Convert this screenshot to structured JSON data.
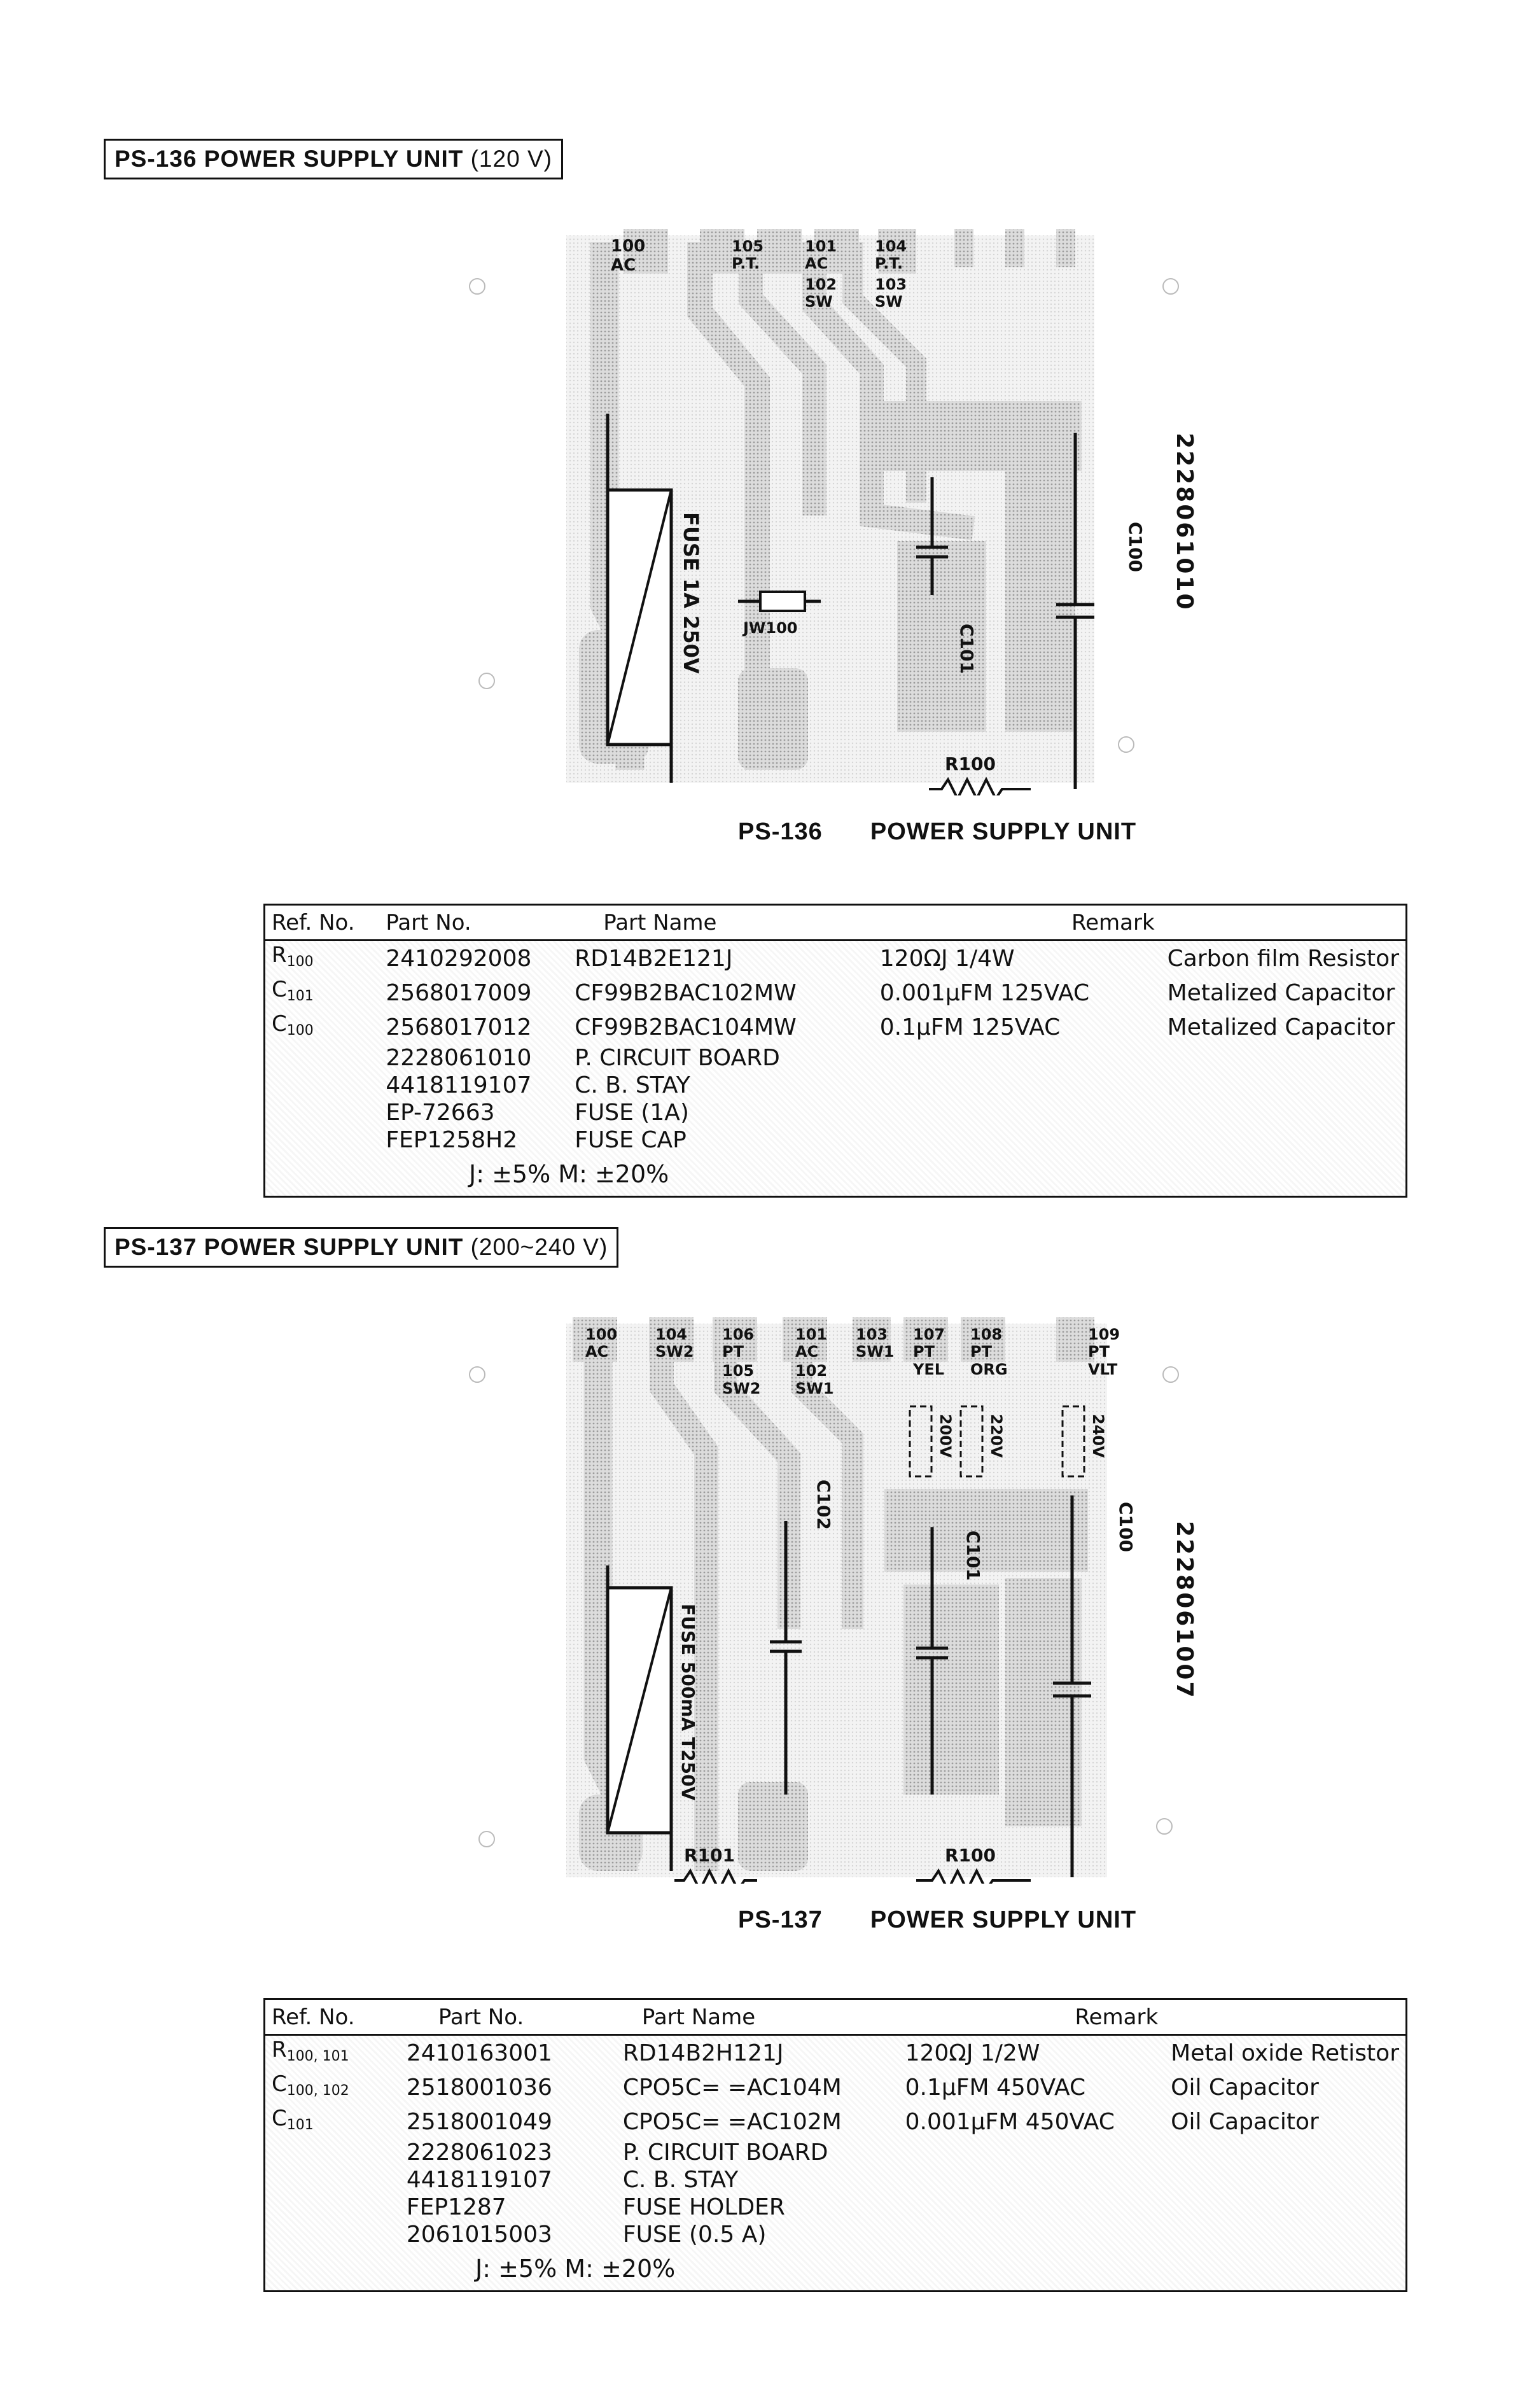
{
  "ps136": {
    "title": "PS-136 POWER SUPPLY UNIT",
    "voltage": "(120 V)",
    "caption": {
      "model": "PS-136",
      "name": "POWER SUPPLY UNIT"
    },
    "board_number": "2228061010",
    "labels": {
      "t100": "100",
      "t100b": "AC",
      "t105": "105",
      "t105b": "P.T.",
      "t101": "101",
      "t101b": "AC",
      "t102": "102",
      "t102b": "SW",
      "t104": "104",
      "t104b": "P.T.",
      "t103": "103",
      "t103b": "SW",
      "fuse": "FUSE 1A 250V",
      "jw100": "JW100",
      "c101": "C101",
      "c100": "C100",
      "r100": "R100"
    },
    "table": {
      "headers": [
        "Ref. No.",
        "Part No.",
        "Part Name",
        "Remark",
        ""
      ],
      "rows": [
        {
          "ref": "R",
          "ref_sub": "100",
          "part_no": "2410292008",
          "part_name": "RD14B2E121J",
          "spec": "120ΩJ 1/4W",
          "desc": "Carbon film Resistor"
        },
        {
          "ref": "C",
          "ref_sub": "101",
          "part_no": "2568017009",
          "part_name": "CF99B2BAC102MW",
          "spec": "0.001μFM 125VAC",
          "desc": "Metalized Capacitor"
        },
        {
          "ref": "C",
          "ref_sub": "100",
          "part_no": "2568017012",
          "part_name": "CF99B2BAC104MW",
          "spec": "0.1μFM 125VAC",
          "desc": "Metalized Capacitor"
        },
        {
          "ref": "",
          "ref_sub": "",
          "part_no": "2228061010",
          "part_name": "P. CIRCUIT BOARD",
          "spec": "",
          "desc": ""
        },
        {
          "ref": "",
          "ref_sub": "",
          "part_no": "4418119107",
          "part_name": "C. B. STAY",
          "spec": "",
          "desc": ""
        },
        {
          "ref": "",
          "ref_sub": "",
          "part_no": "EP-72663",
          "part_name": "FUSE (1A)",
          "spec": "",
          "desc": ""
        },
        {
          "ref": "",
          "ref_sub": "",
          "part_no": "FEP1258H2",
          "part_name": "FUSE CAP",
          "spec": "",
          "desc": ""
        }
      ],
      "tolerance": "J: ±5%   M: ±20%"
    }
  },
  "ps137": {
    "title": "PS-137 POWER SUPPLY UNIT",
    "voltage": "(200~240 V)",
    "caption": {
      "model": "PS-137",
      "name": "POWER SUPPLY UNIT"
    },
    "board_number": "2228061007",
    "labels": {
      "t100": "100",
      "t100b": "AC",
      "t104": "104",
      "t104b": "SW2",
      "t106": "106",
      "t106b": "PT",
      "t105": "105",
      "t105b": "SW2",
      "t101": "101",
      "t101b": "AC",
      "t102": "102",
      "t102b": "SW1",
      "t103": "103",
      "t103b": "SW1",
      "t107": "107",
      "t107b": "PT",
      "t107c": "YEL",
      "t108": "108",
      "t108b": "PT",
      "t108c": "ORG",
      "t109": "109",
      "t109b": "PT",
      "t109c": "VLT",
      "v200": "200V",
      "v220": "220V",
      "v240": "240V",
      "fuse": "FUSE 500mA T250V",
      "c102": "C102",
      "c101": "C101",
      "c100": "C100",
      "r101": "R101",
      "r100": "R100"
    },
    "table": {
      "headers": [
        "Ref. No.",
        "Part No.",
        "Part Name",
        "Remark",
        ""
      ],
      "rows": [
        {
          "ref": "R",
          "ref_sub": "100, 101",
          "part_no": "2410163001",
          "part_name": "RD14B2H121J",
          "spec": "120ΩJ 1/2W",
          "desc": "Metal oxide Retistor"
        },
        {
          "ref": "C",
          "ref_sub": "100, 102",
          "part_no": "2518001036",
          "part_name": "CPO5C= =AC104M",
          "spec": "0.1μFM 450VAC",
          "desc": "Oil Capacitor"
        },
        {
          "ref": "C",
          "ref_sub": "101",
          "part_no": "2518001049",
          "part_name": "CPO5C= =AC102M",
          "spec": "0.001μFM 450VAC",
          "desc": "Oil Capacitor"
        },
        {
          "ref": "",
          "ref_sub": "",
          "part_no": "2228061023",
          "part_name": "P. CIRCUIT BOARD",
          "spec": "",
          "desc": ""
        },
        {
          "ref": "",
          "ref_sub": "",
          "part_no": "4418119107",
          "part_name": "C. B. STAY",
          "spec": "",
          "desc": ""
        },
        {
          "ref": "",
          "ref_sub": "",
          "part_no": "FEP1287",
          "part_name": "FUSE HOLDER",
          "spec": "",
          "desc": ""
        },
        {
          "ref": "",
          "ref_sub": "",
          "part_no": "2061015003",
          "part_name": "FUSE (0.5 A)",
          "spec": "",
          "desc": ""
        }
      ],
      "tolerance": "J: ±5%   M: ±20%"
    }
  }
}
